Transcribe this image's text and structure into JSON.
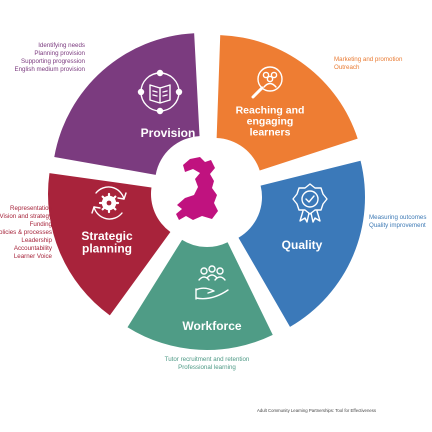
{
  "segments": [
    {
      "id": "provision",
      "label": [
        "Provision"
      ],
      "color": "#7b3b7f",
      "icon": "book-icon"
    },
    {
      "id": "reaching",
      "label": [
        "Reaching and",
        "engaging",
        "learners"
      ],
      "color": "#ee7d33",
      "icon": "magnifier-people-icon"
    },
    {
      "id": "quality",
      "label": [
        "Quality"
      ],
      "color": "#3b79b9",
      "icon": "award-badge-icon"
    },
    {
      "id": "workforce",
      "label": [
        "Workforce"
      ],
      "color": "#4f9c86",
      "icon": "hand-people-icon"
    },
    {
      "id": "strategic",
      "label": [
        "Strategic",
        "planning"
      ],
      "color": "#a8233b",
      "icon": "gear-cycle-icon"
    }
  ],
  "center": {
    "icon": "wales-map-icon",
    "color": "#c0127f"
  },
  "lists": {
    "provision": [
      "Identifying needs",
      "Planning provision",
      "Supporting progression",
      "English medium provision"
    ],
    "reaching": [
      "Marketing and promotion",
      "Outreach"
    ],
    "quality": [
      "Measuring outcomes",
      "Quality improvement"
    ],
    "workforce": [
      "Tutor recruitment and retention",
      "Professional learning"
    ],
    "strategic": [
      "Representation",
      "Vision and strategy",
      "Funding",
      "Policies & processes",
      "Leadership",
      "Accountability",
      "Learner Voice"
    ]
  },
  "footer": "Adult Community Learning Partnerships: Tool for Effectiveness"
}
